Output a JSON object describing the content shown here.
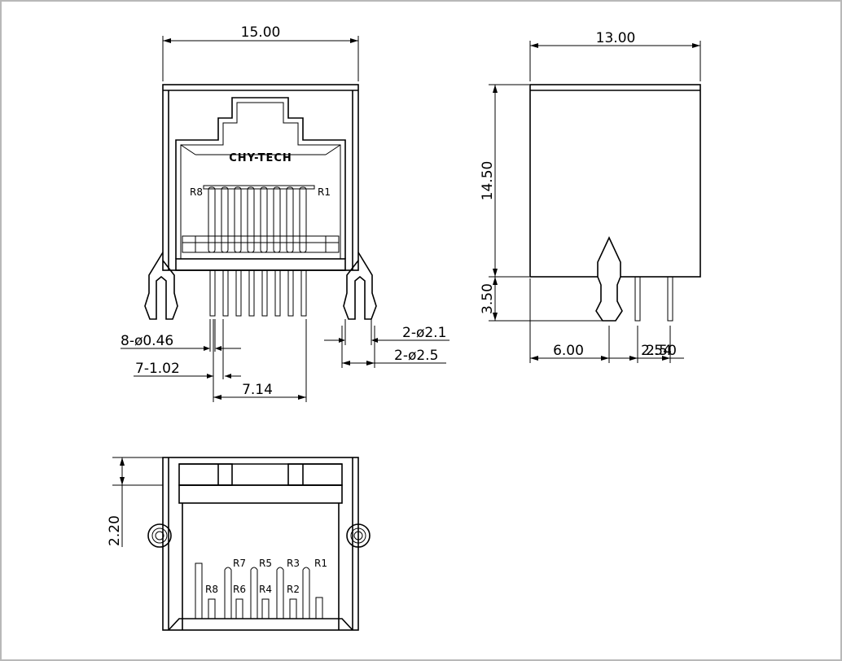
{
  "front_view": {
    "width_label": "15.00",
    "logo_text": "CHY-TECH",
    "pin_r8_label": "R8",
    "pin_r1_label": "R1",
    "pin_dia_label": "8-ø0.46",
    "pin_pitch_label": "7-1.02",
    "pin_span_label": "7.14",
    "post_dia_label": "2-ø2.1",
    "post_hole_label": "2-ø2.5"
  },
  "side_view": {
    "width_label": "13.00",
    "height_label": "14.50",
    "pin_length_label": "3.50",
    "post_offset_label": "6.00",
    "pin_offset_a_label": "2.54",
    "pin_offset_b_label": "2.50"
  },
  "bottom_view": {
    "height_label": "2.20",
    "upper_pin_labels": [
      "R7",
      "R5",
      "R3",
      "R1"
    ],
    "lower_pin_labels": [
      "R8",
      "R6",
      "R4",
      "R2"
    ]
  }
}
